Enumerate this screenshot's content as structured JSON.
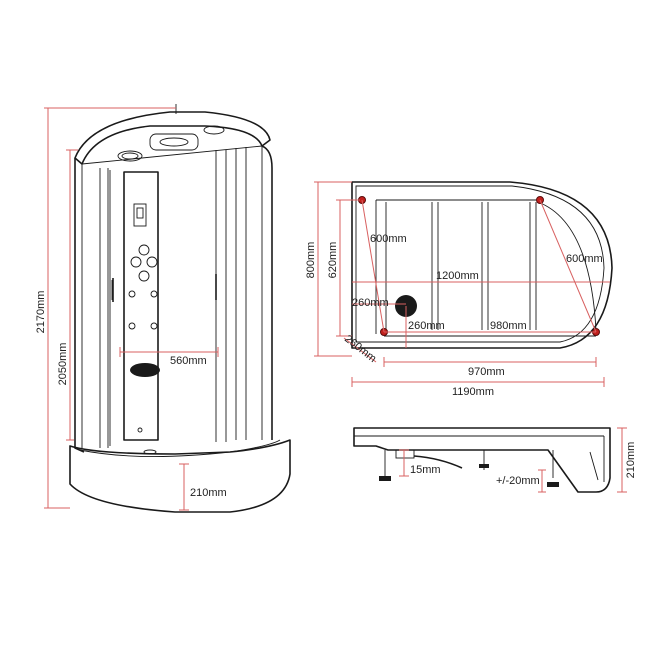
{
  "dimensions": {
    "height_total": "2170mm",
    "height_glass": "2050mm",
    "width_front": "560mm",
    "tray_height": "210mm",
    "plan_depth_outer": "800mm",
    "plan_depth_inner": "620mm",
    "plan_600_left": "600mm",
    "plan_600_right": "600mm",
    "plan_1200": "1200mm",
    "plan_260_a": "260mm",
    "plan_260_b": "260mm",
    "plan_260_c": "260mm",
    "plan_980": "980mm",
    "plan_970": "970mm",
    "plan_1190": "1190mm",
    "tray_15": "15mm",
    "tray_adjust": "+/-20mm",
    "tray_side_height": "210mm"
  },
  "colors": {
    "dimension_line": "#d86060",
    "outline": "#1a1a1a",
    "corner_marker": "#c2201d"
  }
}
